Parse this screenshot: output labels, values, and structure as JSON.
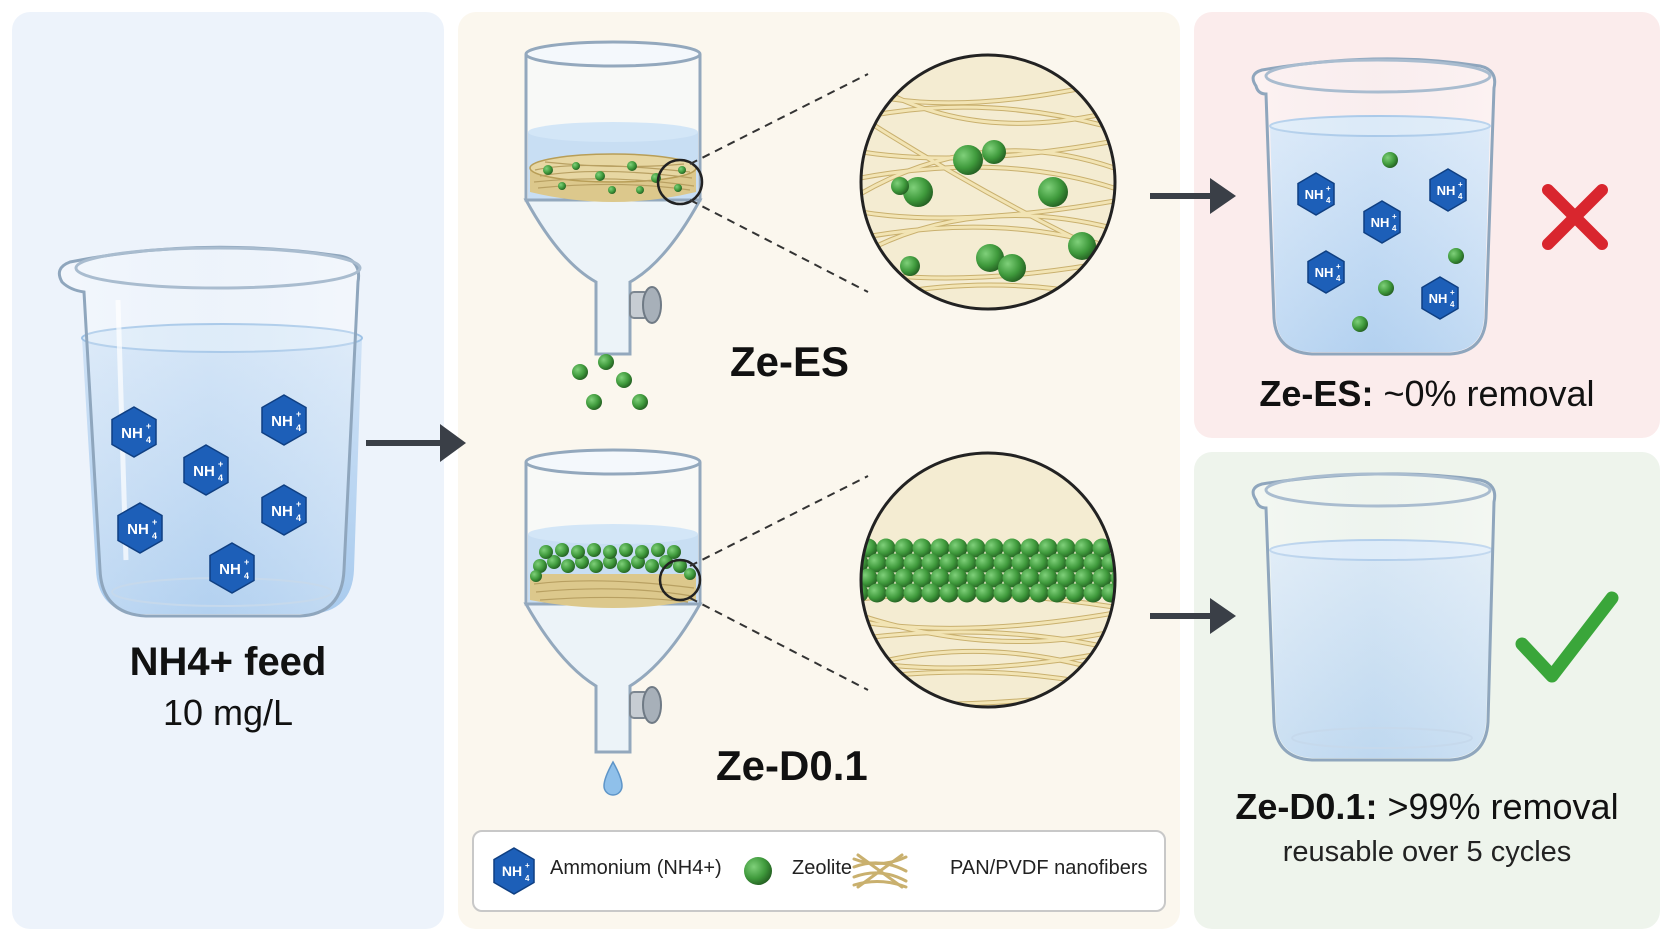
{
  "feed": {
    "title": "NH4+ feed",
    "concentration": "10 mg/L",
    "ion_label": "NH4+"
  },
  "membranes": {
    "es": {
      "name": "Ze-ES",
      "result_name": "Ze-ES:",
      "result_value": "~0% removal"
    },
    "d01": {
      "name": "Ze-D0.1",
      "result_name": "Ze-D0.1:",
      "result_value": ">99% removal",
      "note": "reusable over 5 cycles"
    }
  },
  "legend": {
    "ammonium": "Ammonium (NH4+)",
    "zeolite": "Zeolite",
    "fibers": "PAN/PVDF nanofibers"
  },
  "colors": {
    "ion_blue": "#1d5fb8",
    "zeolite_green": "#3f9a3c",
    "fiber_tan": "#e2cf94",
    "fail_red": "#d9262e",
    "pass_green": "#3aa63a",
    "arrow": "#3a3f47"
  },
  "icons": [
    "fail-cross-icon",
    "pass-check-icon",
    "arrow-right-icon"
  ]
}
